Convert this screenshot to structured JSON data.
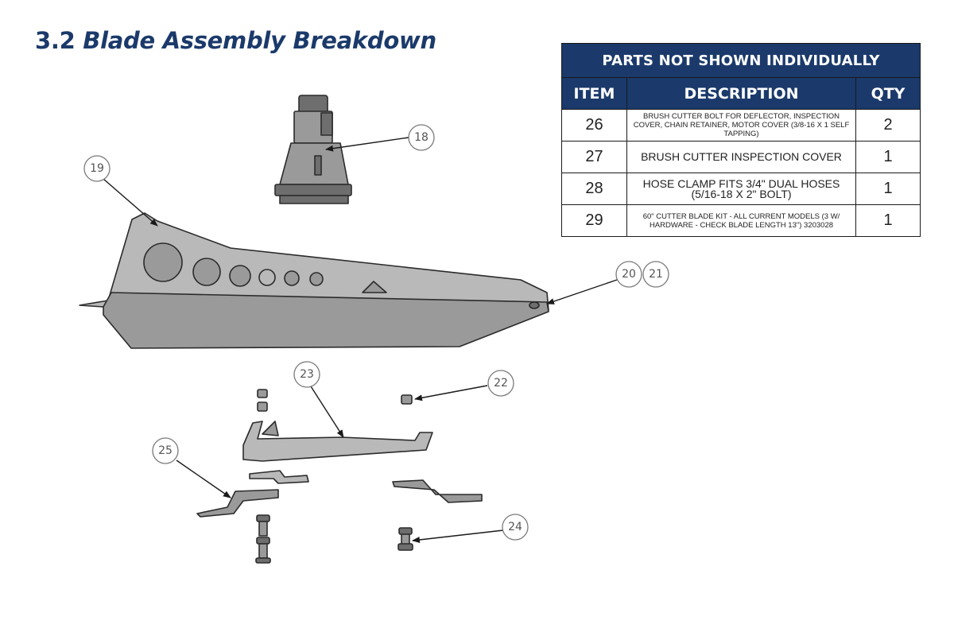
{
  "title": {
    "number": "3.2",
    "text": "Blade Assembly Breakdown"
  },
  "parts_table": {
    "caption": "PARTS NOT SHOWN INDIVIDUALLY",
    "headers": {
      "item": "ITEM",
      "description": "DESCRIPTION",
      "qty": "QTY"
    },
    "rows": [
      {
        "item": "26",
        "description": "BRUSH CUTTER BOLT FOR DEFLECTOR, INSPECTION COVER, CHAIN RETAINER, MOTOR COVER (3/8-16 x 1 SELF TAPPING)",
        "qty": "2"
      },
      {
        "item": "27",
        "description": "BRUSH CUTTER INSPECTION COVER",
        "qty": "1"
      },
      {
        "item": "28",
        "description": "HOSE CLAMP FITS 3/4\" DUAL HOSES (5/16-18 x 2\" BOLT)",
        "qty": "1"
      },
      {
        "item": "29",
        "description": "60\" CUTTER BLADE KIT - ALL CURRENT MODELS (3 W/ HARDWARE - CHECK BLADE LENGTH 13\") 3203028",
        "qty": "1"
      }
    ]
  },
  "callouts": [
    "18",
    "19",
    "20",
    "21",
    "22",
    "23",
    "24",
    "25"
  ],
  "colors": {
    "header_blue": "#1b3a6b",
    "part_gray": "#9a9a9a"
  }
}
